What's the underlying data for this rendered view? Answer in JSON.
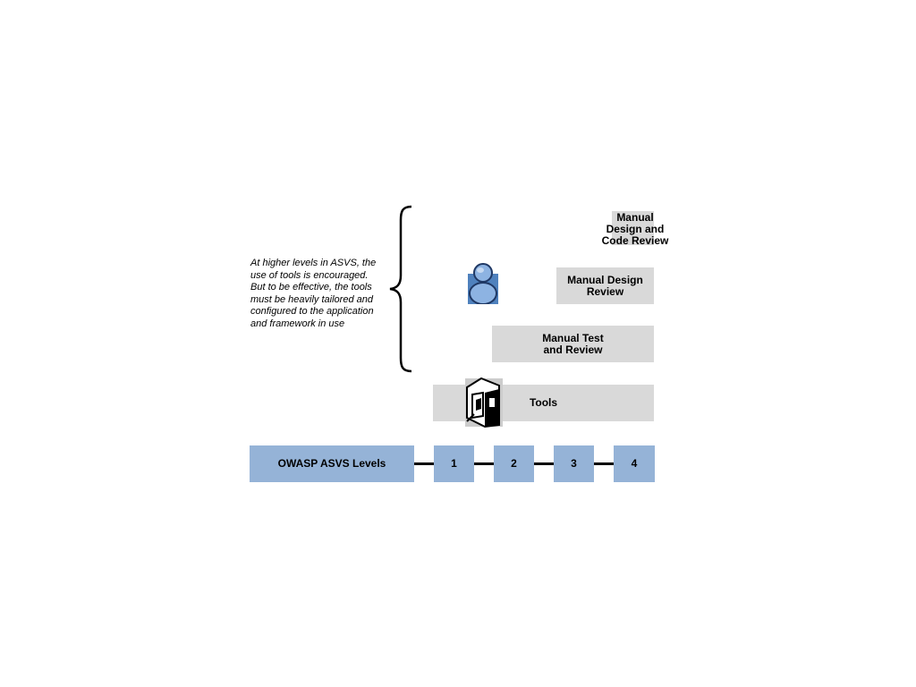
{
  "annotation": "At higher levels in ASVS, the\nuse of tools is encouraged.\nBut to be effective, the tools\nmust be heavily tailored and\nconfigured to the application\nand framework in use",
  "steps": {
    "tools": "Tools",
    "manual_test": "Manual Test\nand Review",
    "manual_design": "Manual Design\nReview",
    "manual_code": "Manual\nDesign and\nCode Review"
  },
  "levels": {
    "title": "OWASP ASVS Levels",
    "items": [
      "1",
      "2",
      "3",
      "4"
    ]
  },
  "icons": {
    "person": "person-icon",
    "tool": "computer-tool-icon",
    "brace": "curly-brace"
  },
  "colors": {
    "step_fill": "#d9d9d9",
    "level_fill": "#95b3d7",
    "person_fill": "#4f81bd"
  }
}
